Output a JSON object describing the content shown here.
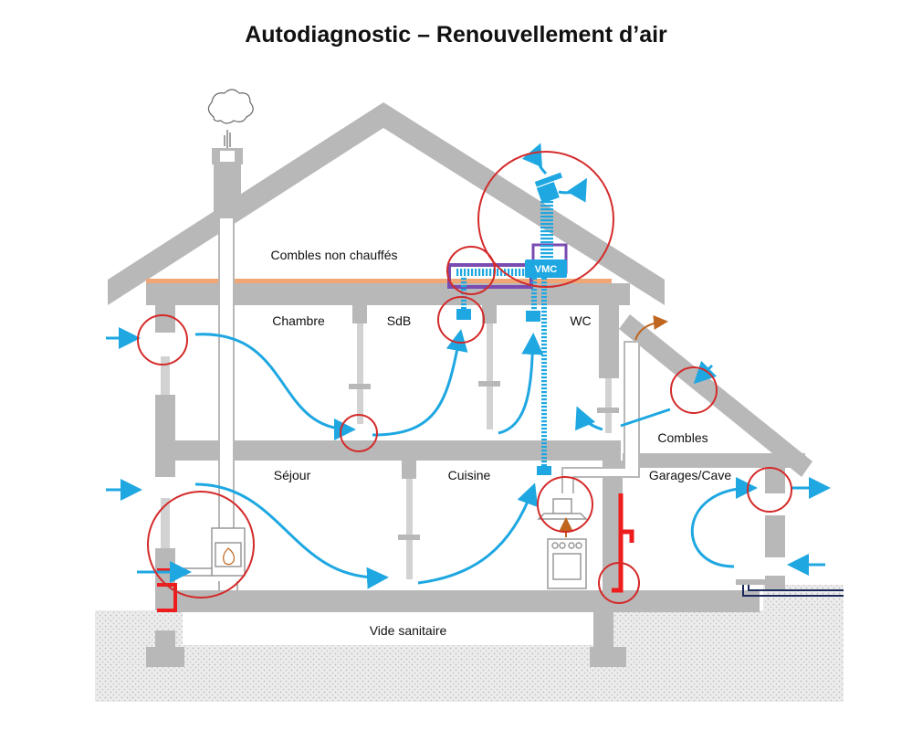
{
  "title": "Autodiagnostic – Renouvellement d’air",
  "labels": {
    "attic": "Combles non chauffés",
    "bedroom": "Chambre",
    "bathroom": "SdB",
    "wc": "WC",
    "living": "Séjour",
    "kitchen": "Cuisine",
    "attic_small": "Combles",
    "garage": "Garages/Cave",
    "crawlspace": "Vide sanitaire",
    "vmc": "VMC"
  },
  "icons": [
    "smoke-cloud-icon",
    "flame-icon",
    "range-hood-icon",
    "stove-icon",
    "vmc-unit-icon",
    "airflow-arrow-icon",
    "inspection-circle-icon"
  ],
  "colors": {
    "structure": "#b8b8b8",
    "airflow": "#1ea7e1",
    "inspection": "#d42a2a",
    "insulation": "#f0a775",
    "duct_frame": "#7a4bb0",
    "hot_exhaust": "#c0661e",
    "water_pipe": "#ee1c1c",
    "ground": "#e6e6e6",
    "drain": "#1b2a5c"
  }
}
